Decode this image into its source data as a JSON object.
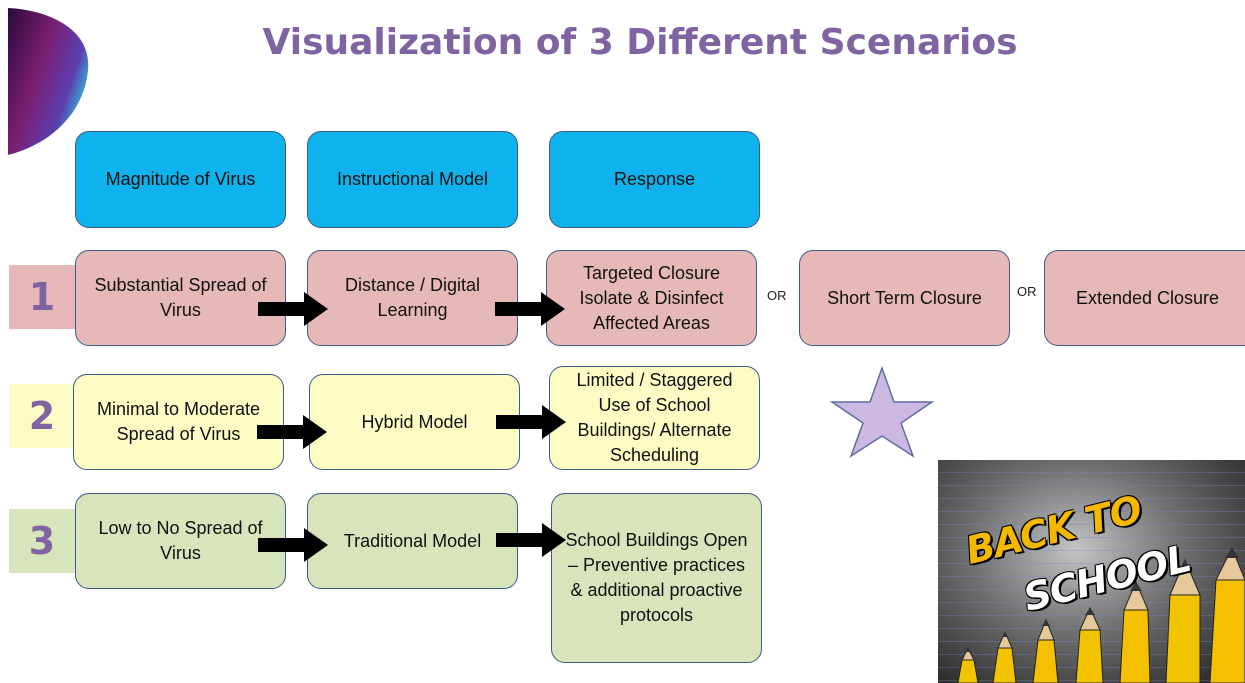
{
  "title": "Visualization of 3 Different Scenarios",
  "headers": {
    "magnitude": "Magnitude of Virus",
    "instructional": "Instructional Model",
    "response": "Response"
  },
  "rows": [
    {
      "number": "1",
      "magnitude": "Substantial Spread of Virus",
      "model": "Distance / Digital Learning",
      "response": "Targeted Closure Isolate & Disinfect Affected Areas",
      "alt1": "Short Term Closure",
      "alt2": "Extended Closure"
    },
    {
      "number": "2",
      "magnitude": "Minimal to Moderate Spread of Virus",
      "model": "Hybrid Model",
      "response": "Limited / Staggered Use of School Buildings/ Alternate Scheduling"
    },
    {
      "number": "3",
      "magnitude": "Low to No Spread of Virus",
      "model": "Traditional Model",
      "response": "School Buildings Open – Preventive practices & additional proactive protocols"
    }
  ],
  "or_label": "OR",
  "image": {
    "line1": "BACK TO",
    "line2": "SCHOOL"
  },
  "colors": {
    "title": "#8064a2",
    "header": "#0eb2ec",
    "scenario1": "#e6b9b8",
    "scenario2": "#fdfcc4",
    "scenario3": "#d8e4bc",
    "star": "#ccb8e0"
  }
}
